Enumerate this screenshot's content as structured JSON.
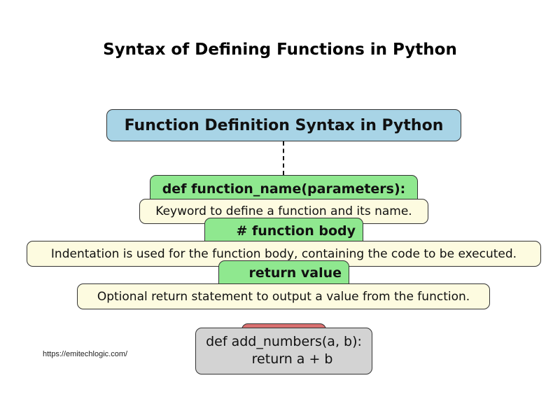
{
  "title": "Syntax of Defining Functions in Python",
  "root_node": {
    "label": "Function Definition Syntax in Python",
    "color": "#a8d4e6"
  },
  "steps": [
    {
      "code": "def function_name(parameters):",
      "description": "Keyword to define a function and its name.",
      "color": "#8fe88f"
    },
    {
      "code": "# function body",
      "description": "Indentation is used for the function body, containing the code to be executed.",
      "color": "#8fe88f"
    },
    {
      "code": "return value",
      "description": "Optional return statement to output a value from the function.",
      "color": "#8fe88f"
    }
  ],
  "example": {
    "lines": [
      "def add_numbers(a, b):",
      "    return a + b"
    ],
    "tab_color": "#d97070",
    "background": "#d3d3d3"
  },
  "description_background": "#fdfbe0",
  "watermark": "https://emitechlogic.com/"
}
